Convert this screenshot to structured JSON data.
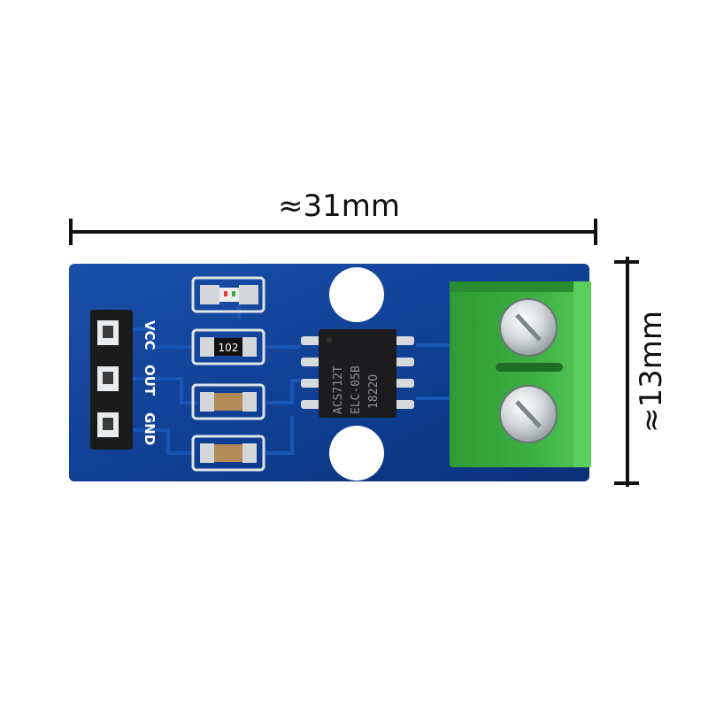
{
  "dimensions": {
    "width_label": "≈31mm",
    "height_label": "≈13mm"
  },
  "board": {
    "pin_labels": [
      "VCC",
      "OUT",
      "GND"
    ],
    "resistor_code": "102",
    "chip_markings": [
      "ACS712T",
      "ELC-05B",
      "1822O"
    ],
    "colors": {
      "pcb": "#0f3f93",
      "terminal": "#36a83a",
      "pads": "#cfd3d6"
    }
  }
}
